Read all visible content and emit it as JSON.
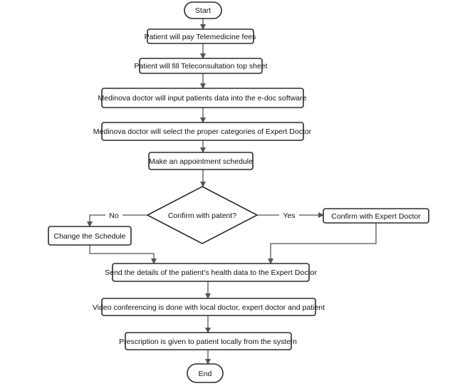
{
  "flowchart": {
    "start": "Start",
    "step_pay_fees": "Patient will pay Telemedicine fees",
    "step_fill_sheet": "Patient will fill Teleconsultation top sheet",
    "step_input_data": "Medinova doctor will input patients data into the e-doc software",
    "step_select_category": "Medinova doctor will select the proper categories of Expert Doctor",
    "step_make_appointment": "Make an appointment schedule",
    "decision_confirm": "Confirm with patent?",
    "label_no": "No",
    "label_yes": "Yes",
    "step_change_schedule": "Change the Schedule",
    "step_confirm_expert": "Confirm with Expert Doctor",
    "step_send_details": "Send the details of the patient’s health data to the Expert Doctor",
    "step_video_conference": "Video conferencing is done with local doctor, expert doctor and patient",
    "step_prescription": "Prescription is given to patient locally from the system",
    "end": "End"
  }
}
